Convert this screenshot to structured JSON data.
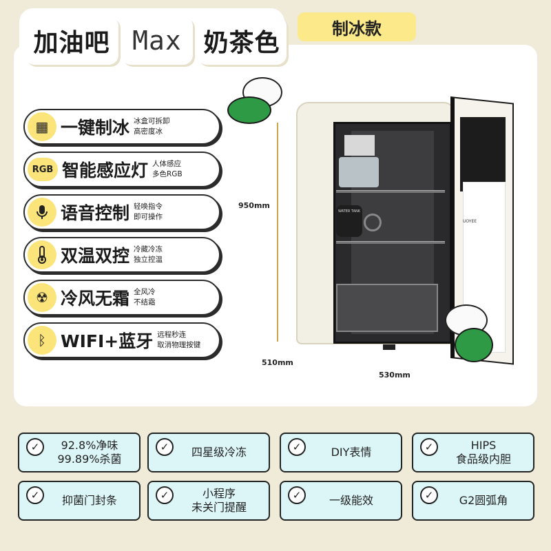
{
  "header": {
    "title_part1": "加油吧",
    "title_part2": "Max",
    "title_part3": "奶茶色",
    "badge": "制冰款"
  },
  "features": [
    {
      "icon": "ice-cube-icon",
      "icon_text": "▦",
      "title": "一键制冰",
      "desc": "冰盒可拆卸\n高密度冰"
    },
    {
      "icon": "rgb-icon",
      "icon_text": "RGB",
      "title": "智能感应灯",
      "desc": "人体感应\n多色RGB"
    },
    {
      "icon": "microphone-icon",
      "icon_text": "🎙",
      "title": "语音控制",
      "desc": "轻唤指令\n即可操作"
    },
    {
      "icon": "thermometer-icon",
      "icon_text": "🌡",
      "title": "双温双控",
      "desc": "冷藏冷冻\n独立控温"
    },
    {
      "icon": "fan-icon",
      "icon_text": "☢",
      "title": "冷风无霜",
      "desc": "全风冷\n不结霜"
    },
    {
      "icon": "bluetooth-icon",
      "icon_text": "ᛒ",
      "title": "WIFI+蓝牙",
      "desc": "远程秒连\n取消物理按键"
    }
  ],
  "product": {
    "door_logo": "UOYEE",
    "water_tank_label": "WATER TANK",
    "dim_height": "950mm",
    "dim_depth": "510mm",
    "dim_width": "530mm"
  },
  "tags": [
    {
      "text": "92.8%净味\n99.89%杀菌"
    },
    {
      "text": "四星级冷冻"
    },
    {
      "text": "DIY表情"
    },
    {
      "text": "HIPS\n食品级内胆"
    },
    {
      "text": "抑菌门封条"
    },
    {
      "text": "小程序\n未关门提醒"
    },
    {
      "text": "一级能效"
    },
    {
      "text": "G2圆弧角"
    }
  ],
  "colors": {
    "background": "#f0ebd8",
    "badge": "#fbe98a",
    "icon_bg": "#fbe47a",
    "tag_bg": "#dcf6f8",
    "mascot_green": "#2e9a45"
  }
}
